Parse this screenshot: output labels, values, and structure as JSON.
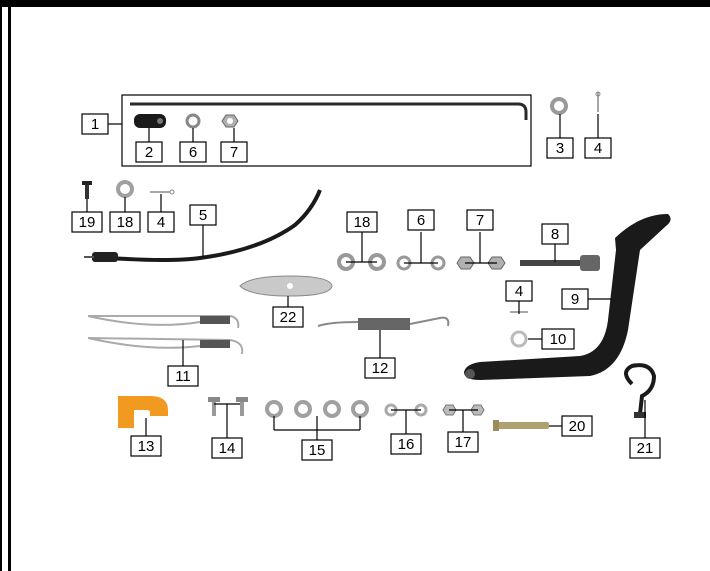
{
  "diagram": {
    "colors": {
      "part_black": "#1a1a1a",
      "part_gray": "#9a9a9a",
      "part_silver": "#c8c8c8",
      "part_orange": "#f29a1f",
      "frame": "#000000"
    },
    "labels": [
      {
        "id": "c1",
        "text": "1"
      },
      {
        "id": "c2",
        "text": "2"
      },
      {
        "id": "c6a",
        "text": "6"
      },
      {
        "id": "c7a",
        "text": "7"
      },
      {
        "id": "c3",
        "text": "3"
      },
      {
        "id": "c4a",
        "text": "4"
      },
      {
        "id": "c19",
        "text": "19"
      },
      {
        "id": "c18a",
        "text": "18"
      },
      {
        "id": "c4b",
        "text": "4"
      },
      {
        "id": "c5",
        "text": "5"
      },
      {
        "id": "c18b",
        "text": "18"
      },
      {
        "id": "c6b",
        "text": "6"
      },
      {
        "id": "c7b",
        "text": "7"
      },
      {
        "id": "c8",
        "text": "8"
      },
      {
        "id": "c22",
        "text": "22"
      },
      {
        "id": "c4c",
        "text": "4"
      },
      {
        "id": "c9",
        "text": "9"
      },
      {
        "id": "c10",
        "text": "10"
      },
      {
        "id": "c11",
        "text": "11"
      },
      {
        "id": "c12",
        "text": "12"
      },
      {
        "id": "c13",
        "text": "13"
      },
      {
        "id": "c14",
        "text": "14"
      },
      {
        "id": "c15",
        "text": "15"
      },
      {
        "id": "c16",
        "text": "16"
      },
      {
        "id": "c17",
        "text": "17"
      },
      {
        "id": "c20",
        "text": "20"
      },
      {
        "id": "c21",
        "text": "21"
      }
    ]
  }
}
